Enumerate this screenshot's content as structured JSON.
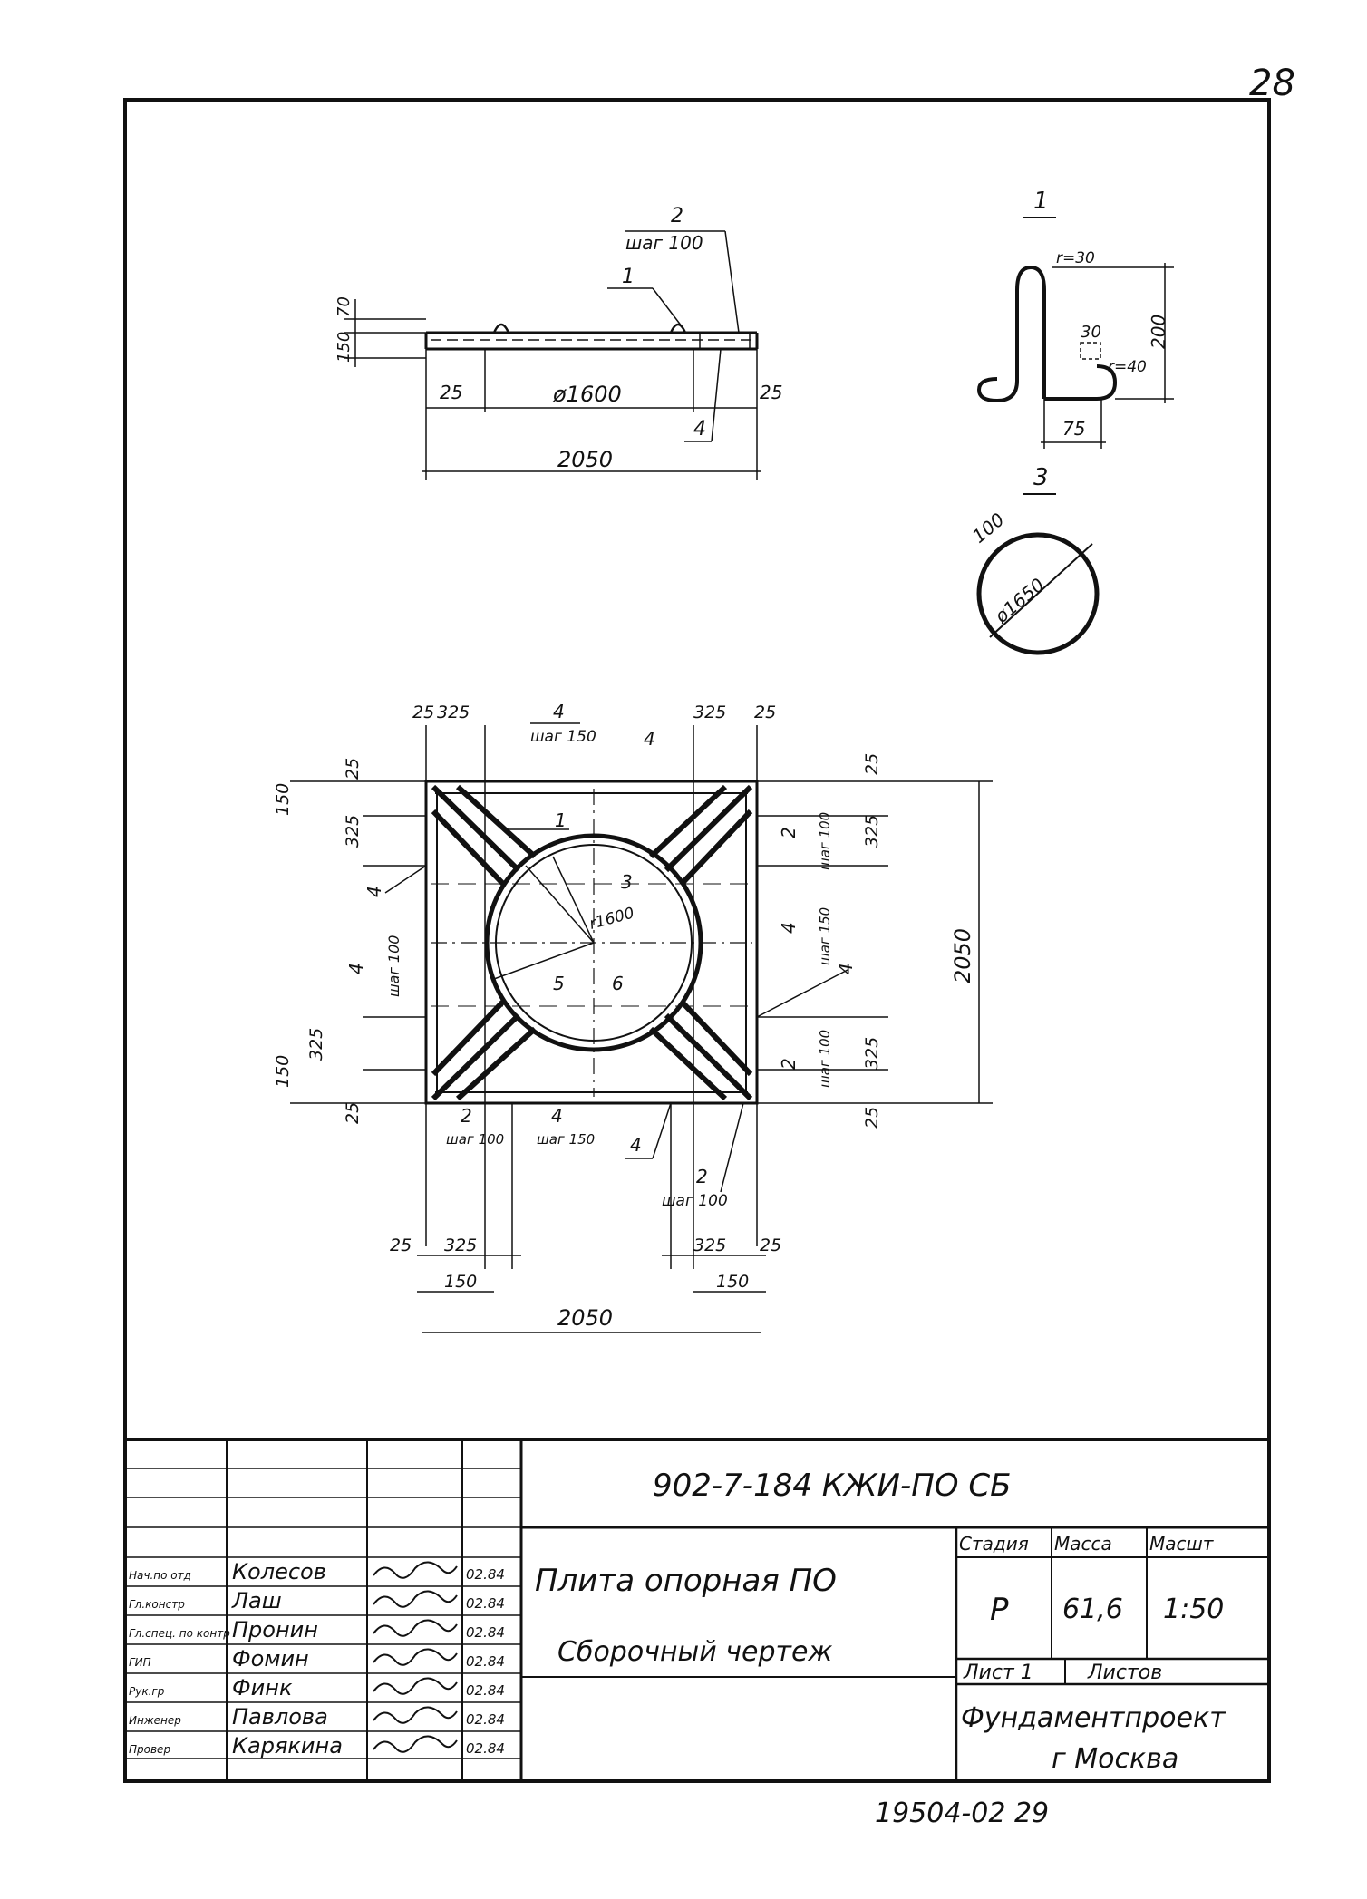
{
  "page_number": "28",
  "top_view": {
    "callout_2": "2",
    "callout_2_step": "шаг 100",
    "callout_1": "1",
    "callout_4": "4",
    "dim_70": "70",
    "dim_150": "150",
    "dim_25_left": "25",
    "dim_diam": "ø1600",
    "dim_25_right": "25",
    "dim_overall": "2050"
  },
  "detail_1": {
    "title": "1",
    "r30": "r=30",
    "h200": "200",
    "d30": "30",
    "r40": "r=40",
    "w75": "75"
  },
  "detail_3": {
    "title": "3",
    "d100": "100",
    "diam": "ø1650"
  },
  "plan": {
    "top_25_l": "25",
    "top_325_l": "325",
    "top_4_mid": "4",
    "top_step150": "шаг 150",
    "top_4_r": "4",
    "top_325_r": "325",
    "top_25_r": "25",
    "left_150_top": "150",
    "left_325_top": "325",
    "left_25_top": "25",
    "left_4_a": "4",
    "left_4_b": "4",
    "left_step100": "шаг 100",
    "left_325_bot": "325",
    "left_150_bot": "150",
    "left_25_bot": "25",
    "right_25_top": "25",
    "right_325_top": "325",
    "right_2_top": "2",
    "right_step100_top": "шаг 100",
    "right_4": "4",
    "right_step150": "шаг 150",
    "right_4_b": "4",
    "right_2_bot": "2",
    "right_step100_bot": "шаг 100",
    "right_325_bot": "325",
    "right_25_bot": "25",
    "right_2050": "2050",
    "inner_1": "1",
    "inner_3": "3",
    "inner_r1600": "r1600",
    "inner_5": "5",
    "inner_6": "6",
    "bot_2": "2",
    "bot_step100": "шаг 100",
    "bot_4": "4",
    "bot_step150": "шаг 150",
    "bot_4_r": "4",
    "bot_2_r": "2",
    "bot_step100_r": "шаг 100",
    "bot_25_l": "25",
    "bot_325_l": "325",
    "bot_325_r": "325",
    "bot_25_r": "25",
    "bot_150_l": "150",
    "bot_150_r": "150",
    "bot_2050": "2050"
  },
  "title_block": {
    "doc_code": "902-7-184 КЖИ-ПО СБ",
    "name": "Плита опорная ПО",
    "subname": "Сборочный чертеж",
    "stage_label": "Стадия",
    "mass_label": "Масса",
    "scale_label": "Масшт",
    "stage_value": "Р",
    "mass_value": "61,6",
    "scale_value": "1:50",
    "sheet_label": "Лист 1",
    "sheets_label": "Листов",
    "org_line1": "Фундаментпроект",
    "org_line2": "г Москва",
    "rows": [
      {
        "role": "Нач.по отд",
        "name": "Колесов",
        "date": "02.84"
      },
      {
        "role": "Гл.констр",
        "name": "Лаш",
        "date": "02.84"
      },
      {
        "role": "Гл.спец. по контр",
        "name": "Пронин",
        "date": "02.84"
      },
      {
        "role": "ГИП",
        "name": "Фомин",
        "date": "02.84"
      },
      {
        "role": "Рук.гр",
        "name": "Финк",
        "date": "02.84"
      },
      {
        "role": "Инженер",
        "name": "Павлова",
        "date": "02.84"
      },
      {
        "role": "Провер",
        "name": "Карякина",
        "date": "02.84"
      }
    ]
  },
  "footer": "19504-02   29"
}
